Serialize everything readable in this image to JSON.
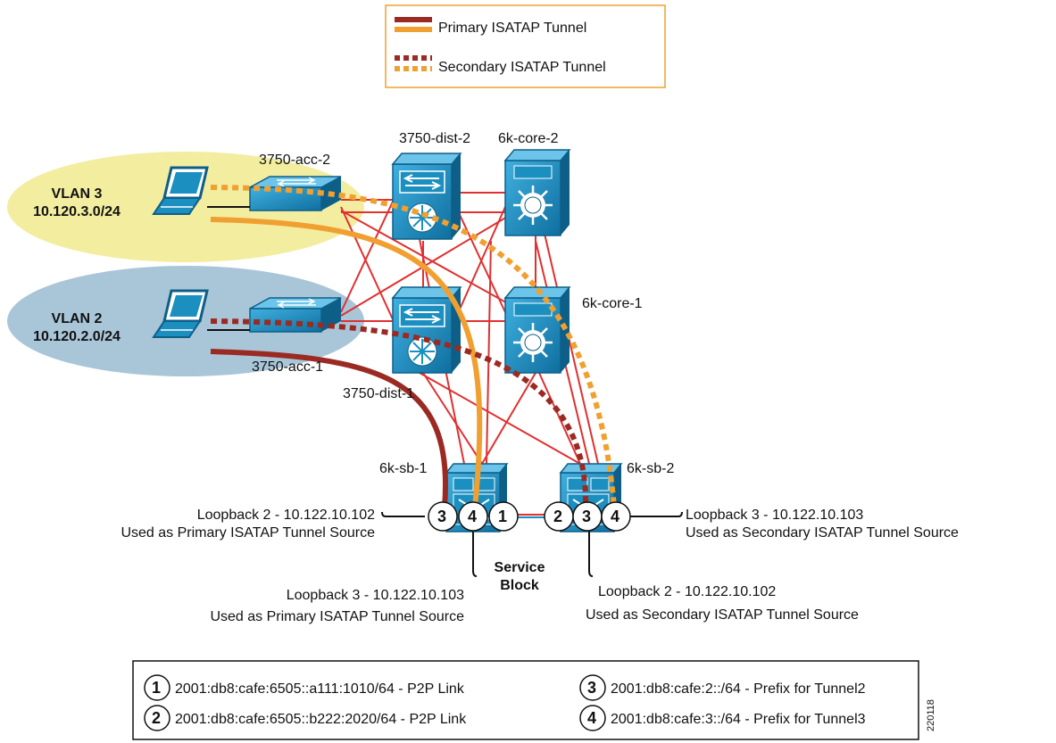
{
  "legend": {
    "primary_label": "Primary ISATAP Tunnel",
    "secondary_label": "Secondary ISATAP Tunnel"
  },
  "colors": {
    "tunnel_red": "#9a2a22",
    "tunnel_orange": "#f0a030",
    "link_red": "#e03030",
    "switch_blue": "#1a8fc0",
    "vlan3_bg": "#f3eda0",
    "vlan2_bg": "#a9c6d9"
  },
  "vlans": {
    "vlan3": {
      "name": "VLAN 3",
      "subnet": "10.120.3.0/24"
    },
    "vlan2": {
      "name": "VLAN 2",
      "subnet": "10.120.2.0/24"
    }
  },
  "devices": {
    "acc2": "3750-acc-2",
    "acc1": "3750-acc-1",
    "dist2": "3750-dist-2",
    "dist1": "3750-dist-1",
    "core2": "6k-core-2",
    "core1": "6k-core-1",
    "sb1": "6k-sb-1",
    "sb2": "6k-sb-2"
  },
  "service_block": {
    "line1": "Service",
    "line2": "Block"
  },
  "loopbacks": {
    "left_top": {
      "line1": "Loopback 2 - 10.122.10.102",
      "line2": "Used as Primary ISATAP Tunnel Source"
    },
    "left_bottom": {
      "line1": "Loopback 3 - 10.122.10.103",
      "line2": "Used as Primary ISATAP Tunnel Source"
    },
    "right_top": {
      "line1": "Loopback 3 - 10.122.10.103",
      "line2": "Used as Secondary ISATAP Tunnel Source"
    },
    "right_bottom": {
      "line1": "Loopback 2 - 10.122.10.102",
      "line2": "Used as Secondary ISATAP Tunnel Source"
    }
  },
  "markers": {
    "sb1": [
      "3",
      "4",
      "1"
    ],
    "sb2": [
      "2",
      "3",
      "4"
    ]
  },
  "footnotes": [
    {
      "num": "1",
      "text": "2001:db8:cafe:6505::a111:1010/64 - P2P Link"
    },
    {
      "num": "2",
      "text": "2001:db8:cafe:6505::b222:2020/64 - P2P Link"
    },
    {
      "num": "3",
      "text": "2001:db8:cafe:2::/64 - Prefix for Tunnel2"
    },
    {
      "num": "4",
      "text": "2001:db8:cafe:3::/64 - Prefix for Tunnel3"
    }
  ],
  "figure_id": "220118"
}
